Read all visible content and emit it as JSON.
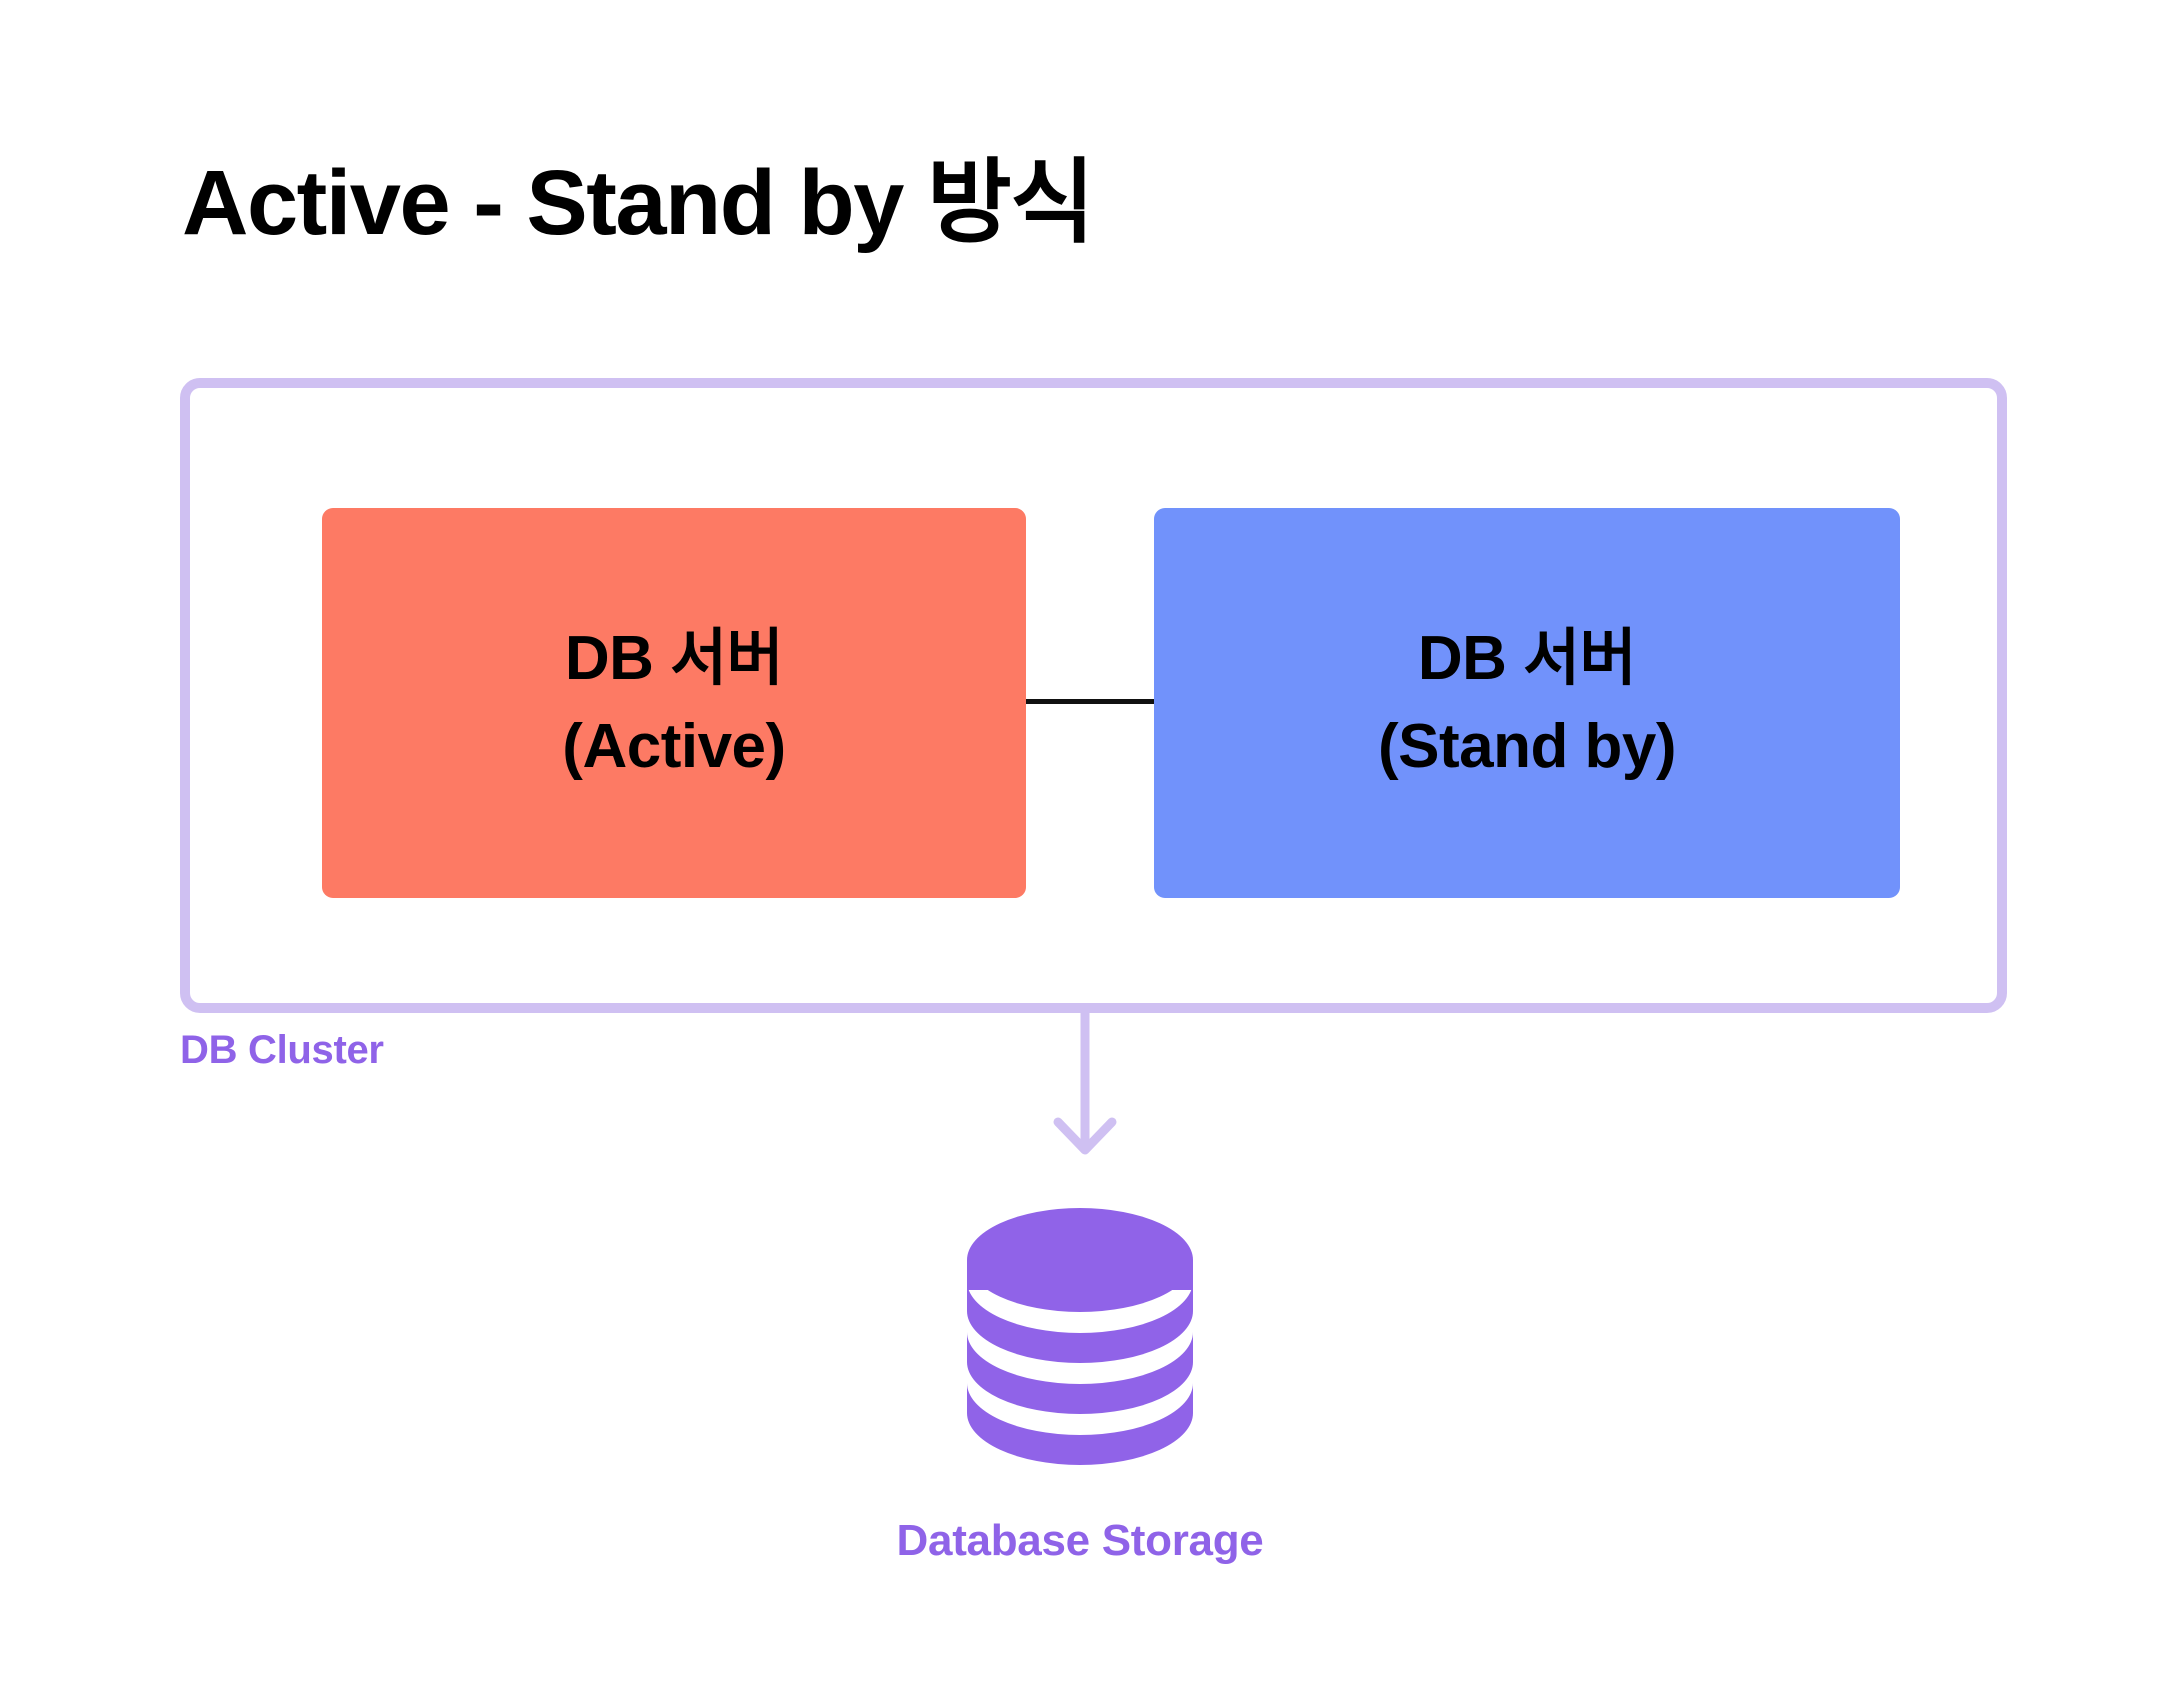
{
  "page": {
    "title": "Active - Stand by 방식",
    "background": "#FFFFFF"
  },
  "colors": {
    "active_node": "#FD7A64",
    "standby_node": "#7192FB",
    "cluster_border": "#CFC0F2",
    "arrow": "#CFC0F2",
    "storage_purple": "#9063E8",
    "label_purple": "#8F63E8",
    "connector": "#111111",
    "text": "#000000"
  },
  "cluster": {
    "label": "DB Cluster",
    "nodes": [
      {
        "id": "active",
        "line1": "DB 서버",
        "line2": "(Active)",
        "role": "Active",
        "color": "#FD7A64"
      },
      {
        "id": "standby",
        "line1": "DB 서버",
        "line2": "(Stand by)",
        "role": "Stand by",
        "color": "#7192FB"
      }
    ],
    "connector": {
      "from": "active",
      "to": "standby",
      "style": "solid-line"
    }
  },
  "storage": {
    "label": "Database Storage",
    "icon": "database-cylinder-icon",
    "arrow": {
      "from": "DB Cluster",
      "to": "Database Storage",
      "direction": "down"
    }
  }
}
